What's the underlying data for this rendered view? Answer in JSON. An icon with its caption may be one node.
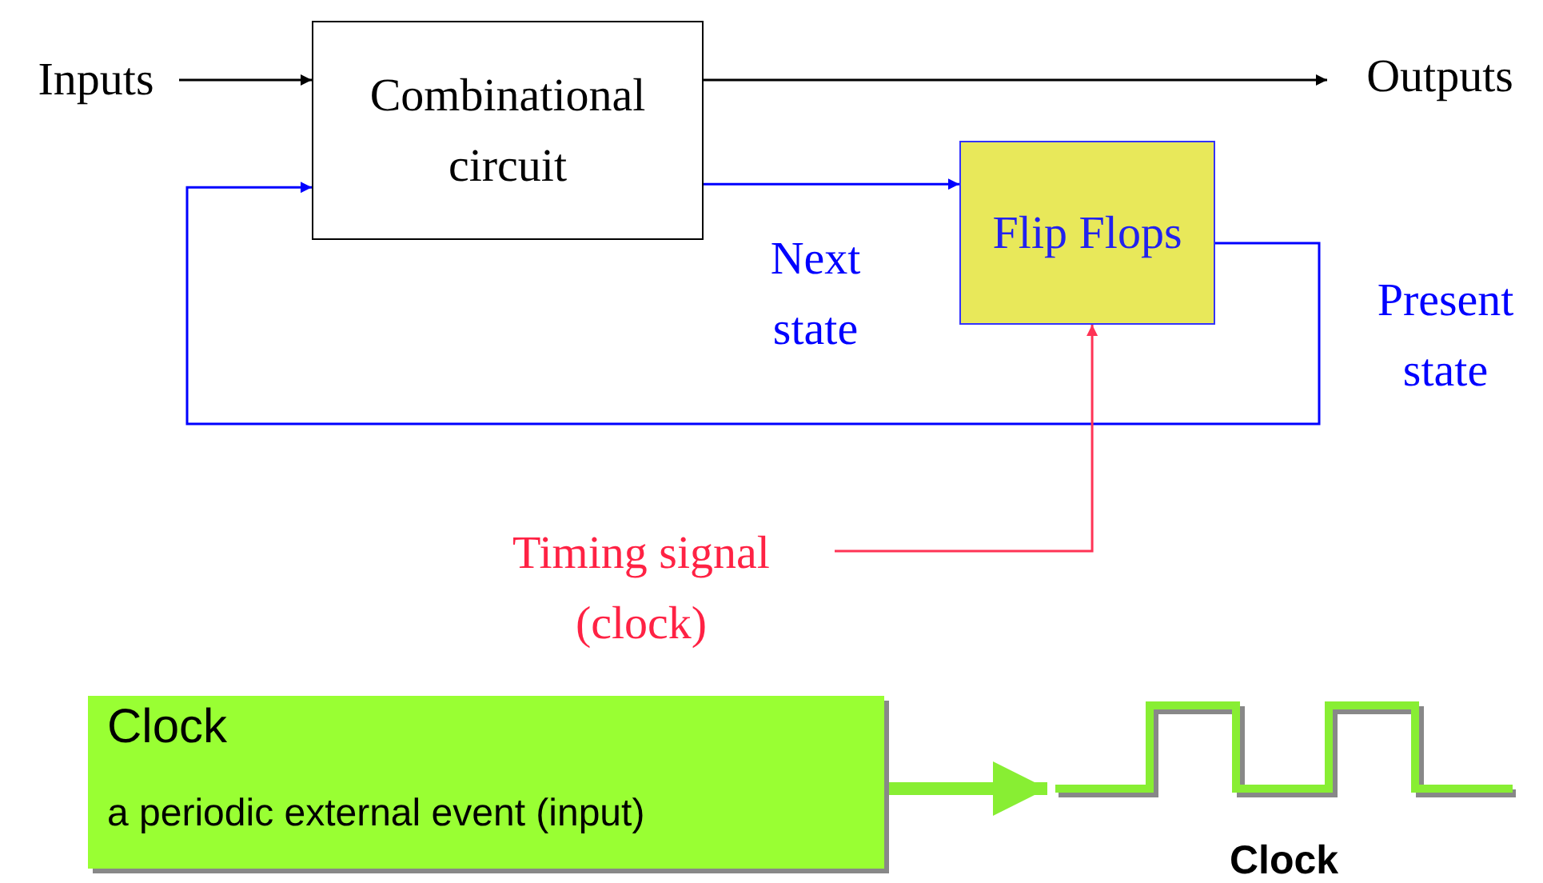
{
  "diagram": {
    "nodes": [
      {
        "text": [
          "Inputs"
        ]
      },
      {
        "text": [
          "Combinational circuit"
        ]
      },
      {
        "text": [
          "Outputs"
        ]
      },
      {
        "text": [
          "Flip Flops"
        ]
      },
      {
        "text": [
          "Timing signal (clock)"
        ]
      },
      {
        "text": [
          "Clock",
          "a periodic external event (input)"
        ]
      },
      {
        "text": [],
        "shape": "picture",
        "beside": [
          "Clock"
        ]
      }
    ],
    "edges": [
      {
        "from": 0,
        "to": 1,
        "arrow": "to"
      },
      {
        "from": 1,
        "to": 2,
        "arrow": "to"
      },
      {
        "from": 1,
        "to": 3,
        "arrow": "to",
        "label": "Next state",
        "color": "#0000ff"
      },
      {
        "from": 3,
        "to": 1,
        "arrow": "to",
        "label": "Present state",
        "color": "#0000ff"
      },
      {
        "from": 4,
        "to": 3,
        "arrow": "to",
        "color": "#ff3355"
      },
      {
        "from": 5,
        "to": 6,
        "arrow": "to",
        "style": "thick",
        "color": "#88ee33"
      }
    ]
  }
}
